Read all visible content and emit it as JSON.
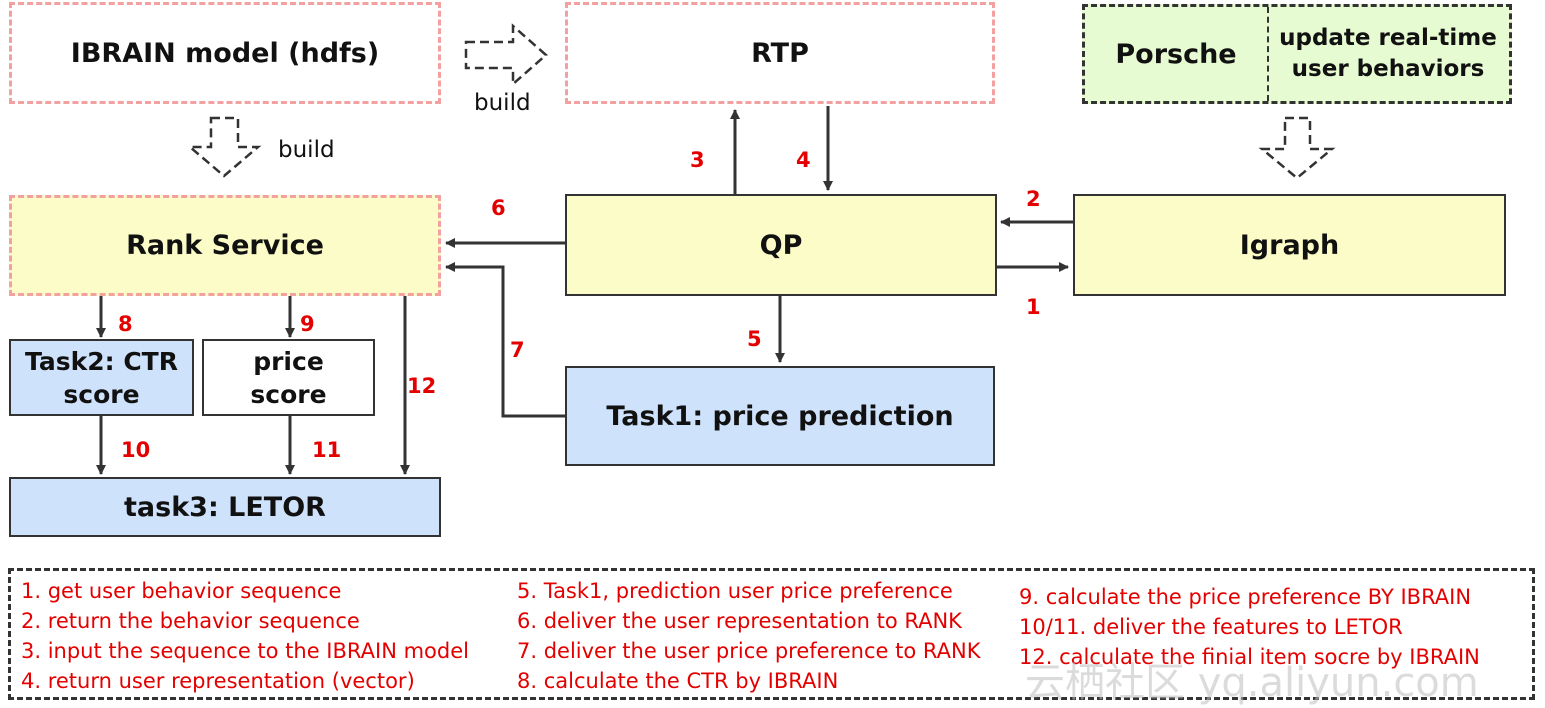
{
  "nodes": {
    "ibrain": "IBRAIN model (hdfs)",
    "rtp": "RTP",
    "porsche": "Porsche",
    "porsche_note": "update real-time user behaviors",
    "rank": "Rank Service",
    "qp": "QP",
    "igraph": "Igraph",
    "task2": "Task2: CTR score",
    "price": "price score",
    "task1": "Task1: price prediction",
    "task3": "task3: LETOR"
  },
  "build_labels": [
    "build",
    "build"
  ],
  "step_numbers": [
    "1",
    "2",
    "3",
    "4",
    "5",
    "6",
    "7",
    "8",
    "9",
    "10",
    "11",
    "12"
  ],
  "legend": [
    "1. get user behavior sequence",
    "2. return the behavior sequence",
    "3. input the sequence to the IBRAIN model",
    "4. return user representation (vector)",
    "5. Task1, prediction user price preference",
    "6. deliver the user representation to RANK",
    "7. deliver the user price preference to RANK",
    "8. calculate the CTR by IBRAIN",
    "9. calculate the price preference BY IBRAIN",
    "10/11. deliver the features to LETOR",
    "12. calculate the finial item socre by IBRAIN"
  ],
  "watermark": "云栖社区 yq.aliyun.com",
  "colors": {
    "accent_red": "#e30000",
    "yellow_fill": "#fcfcc8",
    "blue_fill": "#cfe2fb",
    "green_fill": "#e6fbd2",
    "pink_dash": "#f2a0a0"
  }
}
